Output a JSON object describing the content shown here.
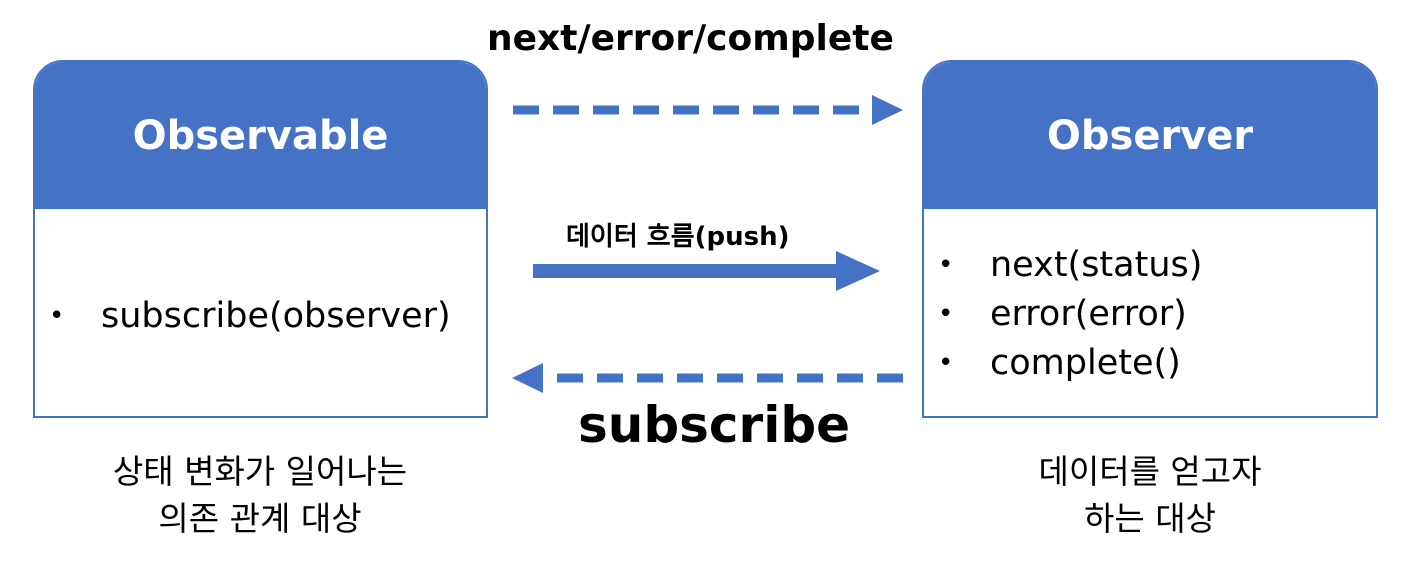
{
  "colors": {
    "accent": "#4472c4",
    "header_text": "#ffffff",
    "text": "#000000"
  },
  "observable": {
    "title": "Observable",
    "methods": [
      "subscribe(observer)"
    ],
    "caption_line1": "상태 변화가 일어나는",
    "caption_line2": "의존 관계 대상"
  },
  "observer": {
    "title": "Observer",
    "methods": [
      "next(status)",
      "error(error)",
      "complete()"
    ],
    "caption_line1": "데이터를 얻고자",
    "caption_line2": "하는 대상"
  },
  "arrows": {
    "notify_label": "next/error/complete",
    "push_label": "데이터 흐름(push)",
    "subscribe_label": "subscribe"
  },
  "bullet_glyph": "•"
}
